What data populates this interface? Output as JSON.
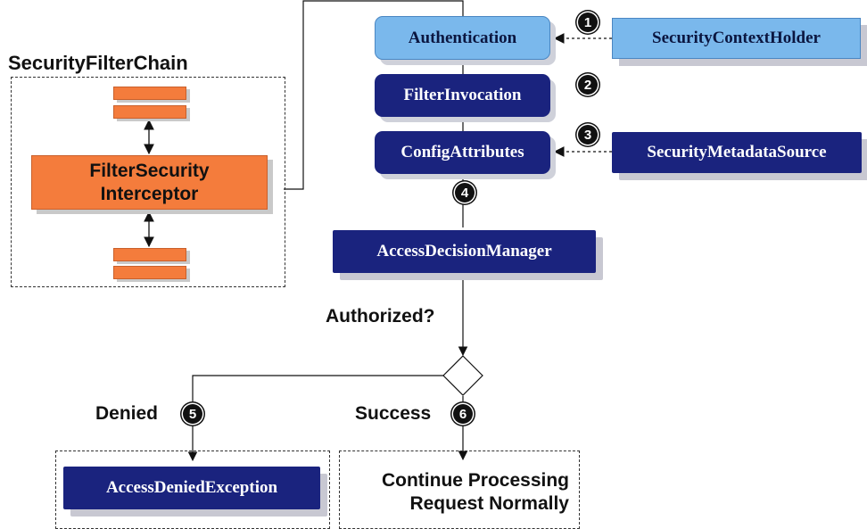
{
  "security_filter_chain": {
    "title": "SecurityFilterChain",
    "interceptor_label": "FilterSecurity\nInterceptor"
  },
  "nodes": {
    "authentication": "Authentication",
    "filter_invocation": "FilterInvocation",
    "config_attributes": "ConfigAttributes",
    "security_context_holder": "SecurityContextHolder",
    "security_metadata_source": "SecurityMetadataSource",
    "access_decision_manager": "AccessDecisionManager",
    "access_denied_exception": "AccessDeniedException",
    "continue_processing": "Continue Processing\nRequest Normally"
  },
  "labels": {
    "authorized": "Authorized?",
    "denied": "Denied",
    "success": "Success"
  },
  "steps": [
    "1",
    "2",
    "3",
    "4",
    "5",
    "6"
  ],
  "colors": {
    "navy": "#1a237e",
    "light_blue": "#7ab8ec",
    "orange": "#f47c3c"
  }
}
